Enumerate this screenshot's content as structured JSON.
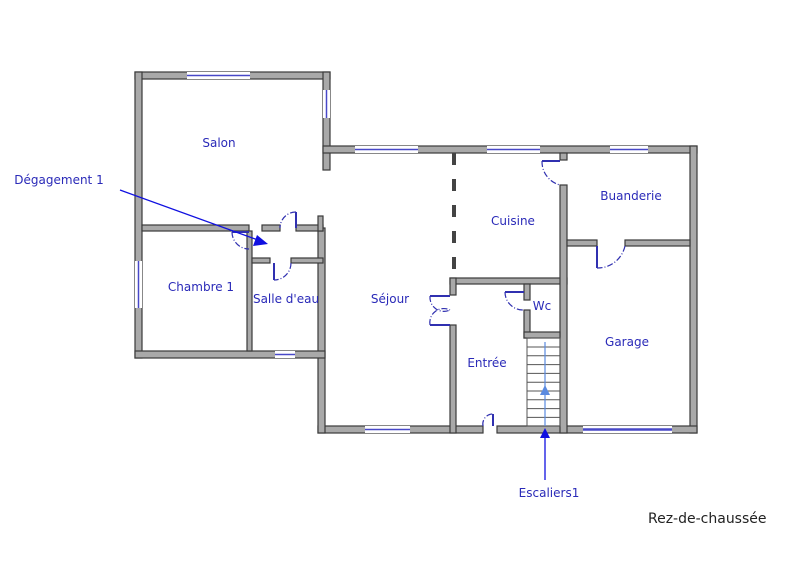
{
  "rooms": {
    "salon": "Salon",
    "chambre1": "Chambre 1",
    "salle_eau": "Salle d'eau",
    "sejour": "Séjour",
    "cuisine": "Cuisine",
    "buanderie": "Buanderie",
    "wc": "Wc",
    "entree": "Entrée",
    "garage": "Garage"
  },
  "annotations": {
    "degagement": "Dégagement 1",
    "escaliers": "Escaliers1"
  },
  "floor_title": "Rez-de-chaussée",
  "colors": {
    "wall": "#a9a9a9",
    "label": "#2a2ab8",
    "arrow": "#1010e0"
  }
}
